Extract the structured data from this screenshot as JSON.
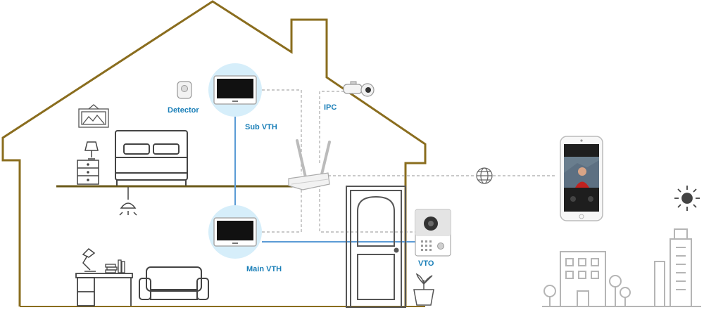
{
  "labels": {
    "detector": "Detector",
    "sub_vth": "Sub VTH",
    "ipc": "IPC",
    "main_vth": "Main VTH",
    "vto": "VTO"
  },
  "colors": {
    "house_outline": "#8a6d1e",
    "floor": "#6b5a1a",
    "link_blue": "#5b9bd5",
    "dashed": "#a9a9a9",
    "label_blue": "#1a7fb8",
    "screen_glow": "#d6eefa",
    "icon_gray": "#555555",
    "light_gray": "#b5b5b5"
  },
  "icons": [
    "detector-icon",
    "monitor-icon",
    "camera-icon",
    "router-icon",
    "globe-icon",
    "smartphone-icon",
    "door-icon",
    "doorbell-icon",
    "bed-icon",
    "lamp-icon",
    "picture-icon",
    "drawer-icon",
    "ceiling-light-icon",
    "desk-icon",
    "sofa-icon",
    "plant-icon",
    "sun-icon",
    "building-icon",
    "tree-icon"
  ]
}
